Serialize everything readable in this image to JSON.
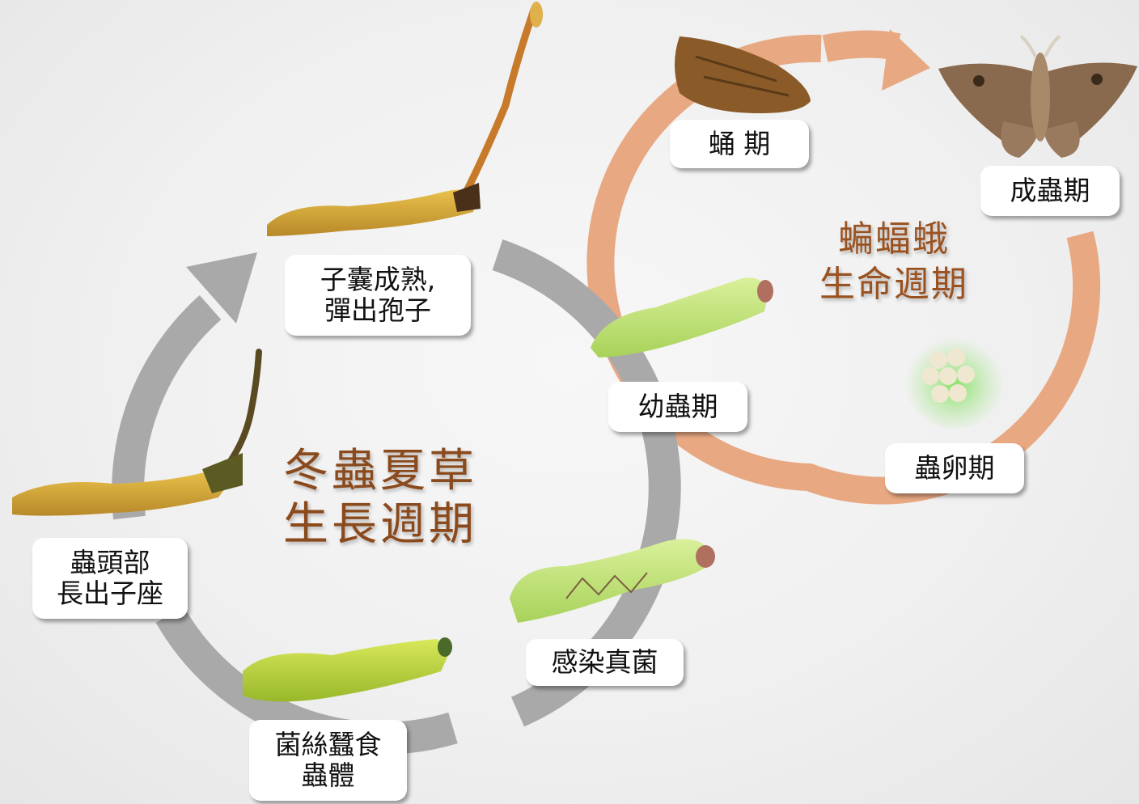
{
  "cordyceps_cycle": {
    "title_line1": "冬蟲夏草",
    "title_line2": "生長週期",
    "stages": {
      "spores": {
        "line1": "子囊成熟,",
        "line2": "彈出孢子"
      },
      "infection": {
        "line1": "感染真菌"
      },
      "mycelium": {
        "line1": "菌絲蠶食",
        "line2": "蟲體"
      },
      "stroma": {
        "line1": "蟲頭部",
        "line2": "長出子座"
      }
    }
  },
  "moth_cycle": {
    "title_line1": "蝙蝠蛾",
    "title_line2": "生命週期",
    "stages": {
      "pupa": {
        "line1": "蛹 期"
      },
      "adult": {
        "line1": "成蟲期"
      },
      "egg": {
        "line1": "蟲卵期"
      },
      "larva": {
        "line1": "幼蟲期"
      }
    }
  },
  "colors": {
    "grey_arrow": "#a9a9a9",
    "orange_arrow": "#e8a882",
    "title_brown": "#8a4a1c"
  }
}
